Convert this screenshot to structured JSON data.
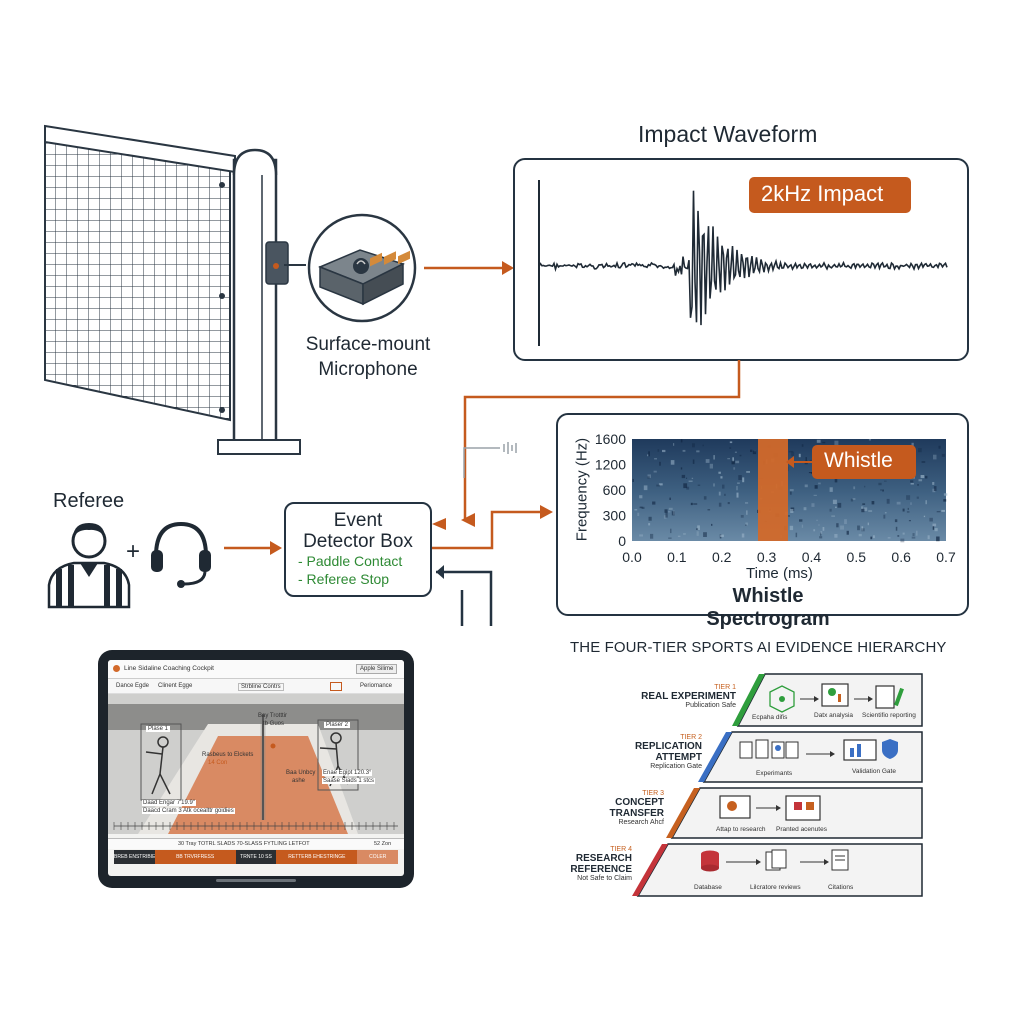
{
  "waveform": {
    "title": "Impact Waveform",
    "callout": "2kHz Impact"
  },
  "microphone": {
    "label_line1": "Surface-mount",
    "label_line2": "Microphone"
  },
  "referee": {
    "label": "Referee",
    "plus": "+"
  },
  "event_box": {
    "title_line1": "Event",
    "title_line2": "Detector Box",
    "items": [
      "- Paddle Contact",
      "- Referee Stop"
    ]
  },
  "spectrogram": {
    "title": "Whistle Spectrogram",
    "callout": "Whistle",
    "ylabel": "Frequency (Hz)",
    "xlabel": "Time (ms)",
    "yticks": [
      "1600",
      "1200",
      "600",
      "300",
      "0"
    ],
    "xticks": [
      "0.0",
      "0.1",
      "0.2",
      "0.3",
      "0.4",
      "0.5",
      "0.6",
      "0.7"
    ]
  },
  "tablet": {
    "app_title": "Line Sidaline Coaching Cockpit",
    "top_button": "Apple Silime",
    "tabs": [
      "Dance Egde",
      "Clinent Egge",
      "Strbline Contrs",
      "Periomance"
    ],
    "player1": "Plase 1",
    "player2": "Plaser 2",
    "callout_top": "Bay Trotttir",
    "callout_top_sub": "tb Guos",
    "callout_left": "Rasbeus to Elckets",
    "callout_left_sub": "14 Con",
    "callout_center": "Baa Unbcy",
    "callout_center_sub": "ashe",
    "callout_right": "Enae Egipt 120.3°",
    "callout_right_sub": "Saase Siads 1 stcs",
    "stats_left": "Daad Engar 7'19.9\"",
    "stats_left_sub": "Daacd Cram 3 Atk ocealttr goidies",
    "timeline_header": "30 Tray TOTRL SLADS 70-SLASS FYTLING LETFOT",
    "timeline_right": "52 Zon",
    "timeline_cells": [
      "BREB ENSTRIBIE",
      "BB TRVRFRESS",
      "TRNTE 10 SS",
      "RETTERB EHESTRINGE",
      "COLER"
    ]
  },
  "hierarchy": {
    "title": "THE FOUR-TIER SPORTS AI EVIDENCE HIERARCHY",
    "tiers": [
      {
        "tier": "TIER 1",
        "name": "REAL EXPERIMENT",
        "sub": "Publication Safe",
        "steps": [
          "Ecpaha difis",
          "Datx analysia",
          "Scientifio reporting"
        ],
        "color": "#2f9e3d"
      },
      {
        "tier": "TIER 2",
        "name": "REPLICATION\nATTEMPT",
        "sub": "Replication Gate",
        "steps": [
          "Experimants",
          "Validation Gate"
        ],
        "color": "#3a6fc4"
      },
      {
        "tier": "TIER 3",
        "name": "CONCEPT\nTRANSFER",
        "sub": "Research Ahcf",
        "steps": [
          "Attap to research",
          "Pranted acenutes"
        ],
        "color": "#c6601f"
      },
      {
        "tier": "TIER 4",
        "name": "RESEARCH\nREFERENCE",
        "sub": "Not Safe to Claim",
        "steps": [
          "Database",
          "Lilcratore reviews",
          "Citations"
        ],
        "color": "#c4343a"
      }
    ]
  },
  "colors": {
    "accent": "#c55a1e",
    "dark": "#243341",
    "green": "#2e8a34"
  }
}
